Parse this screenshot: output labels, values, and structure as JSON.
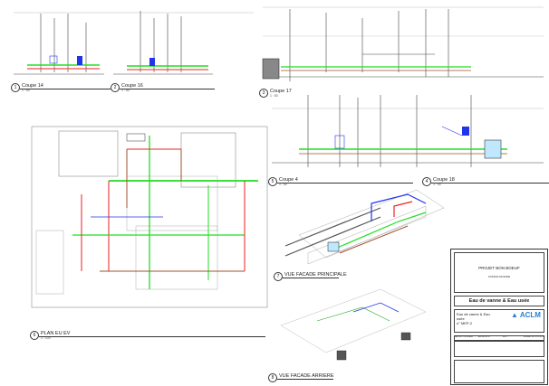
{
  "views": [
    {
      "id": "coupe-14",
      "number": "1",
      "title": "Coupe 14",
      "scale": "1 : 50"
    },
    {
      "id": "coupe-16",
      "number": "2",
      "title": "Coupe 16",
      "scale": "1 : 50"
    },
    {
      "id": "coupe-17",
      "number": "3",
      "title": "Coupe 17",
      "scale": "1 : 50"
    },
    {
      "id": "coupe-4",
      "number": "5",
      "title": "Coupe 4",
      "scale": "1 : 50"
    },
    {
      "id": "coupe-18",
      "number": "4",
      "title": "Coupe 18",
      "scale": "1 : 50"
    },
    {
      "id": "plan",
      "number": "6",
      "title": "PLAN EU EV",
      "scale": "1 : 100"
    },
    {
      "id": "facade-principale",
      "number": "7",
      "title": "VUE FACADE PRINCIPALE",
      "scale": ""
    },
    {
      "id": "facade-arriere",
      "number": "8",
      "title": "VUE FACADE  ARRIERE",
      "scale": ""
    }
  ],
  "title_block": {
    "project": "PROJET BON BOEUF",
    "location": "CONGO-DOLISIE",
    "sheet_title": "Eau de vanne & Eau usée",
    "sheet_desc_line1": "Eau de vanne & Eau",
    "sheet_desc_line2": "usée",
    "sheet_number": "n° MEP-2",
    "company": "ACLM",
    "columns": [
      "MAITRE D'OUVRAGE",
      "ARCHITECTE",
      "B.E.T.",
      "BUREAU DE CONTROLE"
    ]
  },
  "colors": {
    "green": "#22dd22",
    "red": "#ee2222",
    "blue": "#2233ee",
    "brown": "#a0522d",
    "gray": "#999999",
    "brand": "#2a7fd4"
  }
}
